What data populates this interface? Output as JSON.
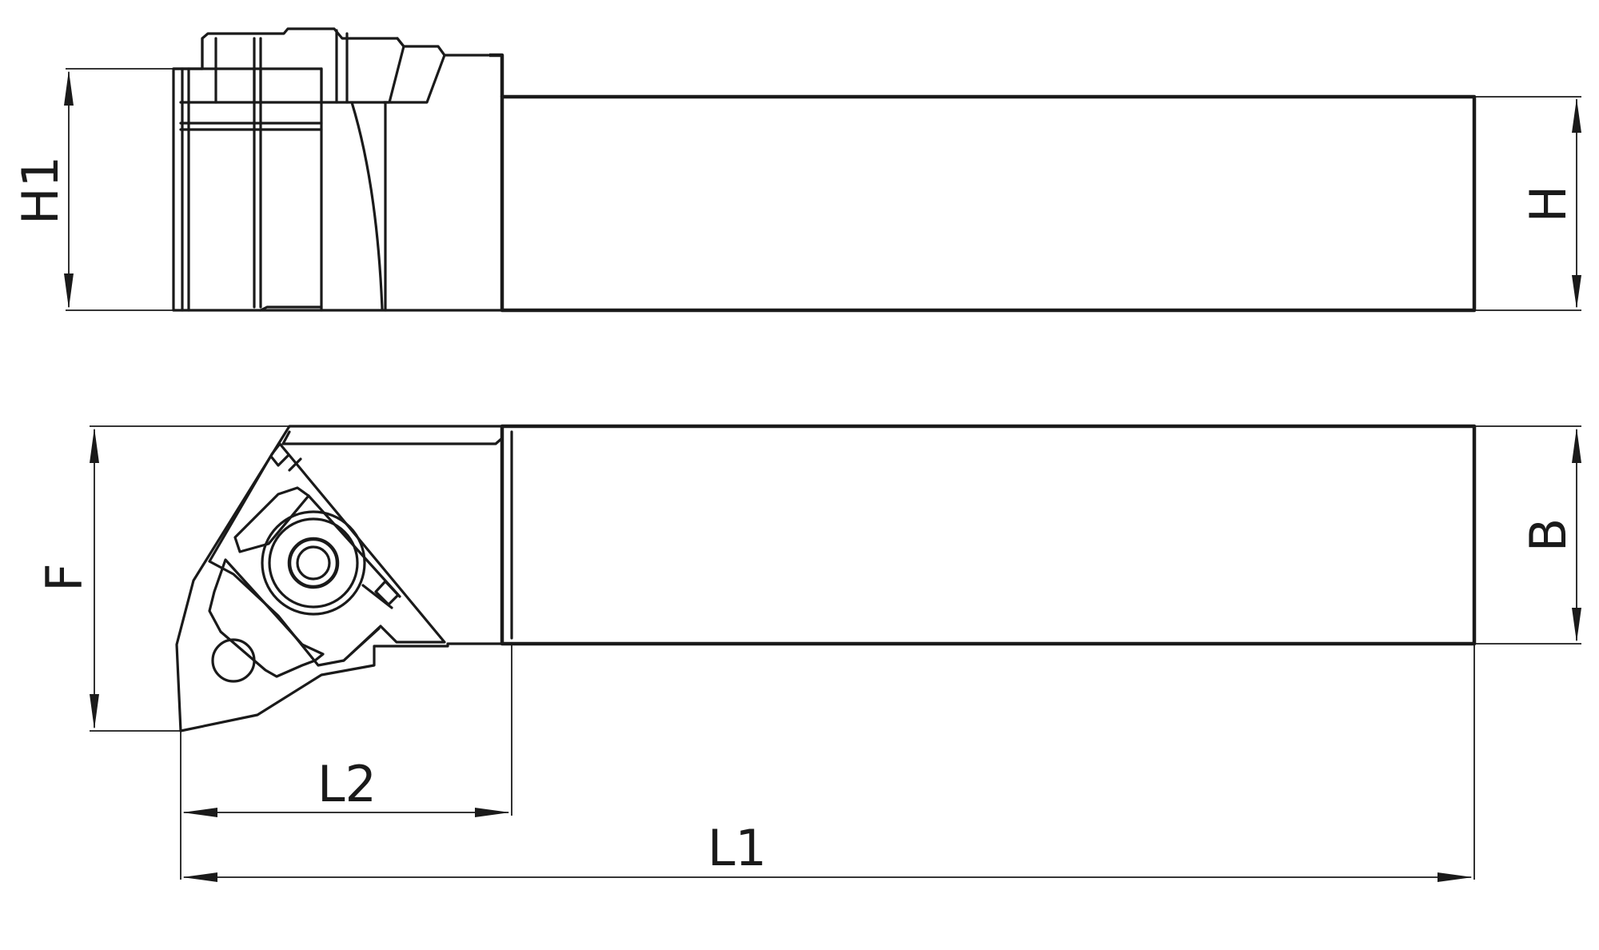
{
  "labels": {
    "h1": "H1",
    "h": "H",
    "f": "F",
    "b": "B",
    "l2": "L2",
    "l1": "L1"
  }
}
